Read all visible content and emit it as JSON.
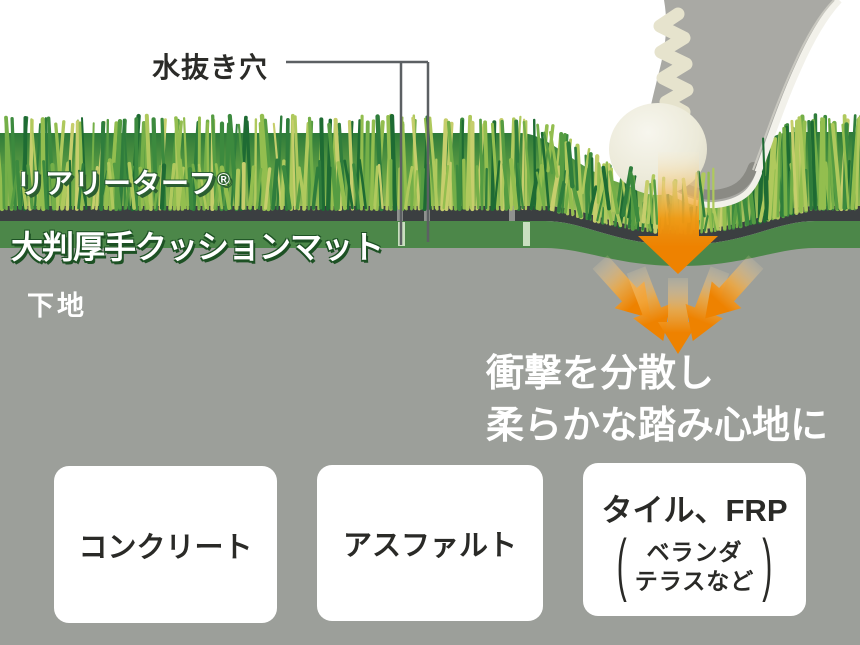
{
  "labels": {
    "drain_hole": "水抜き穴",
    "turf": "リアリーターフ",
    "turf_reg_mark": "®",
    "cushion_mat": "大判厚手クッションマット",
    "base": "下地"
  },
  "impact_caption": {
    "line1": "衝撃を分散し",
    "line2": "柔らかな踏み心地に"
  },
  "base_types": [
    {
      "label": "コンクリート"
    },
    {
      "label": "アスファルト"
    },
    {
      "label": "タイル、FRP",
      "paren_open": "(",
      "paren_close": ")",
      "note_line1": "ベランダ",
      "note_line2": "テラスなど"
    }
  ],
  "colors": {
    "arrow_orange": "#EE8200",
    "mat_green": "#4C8749",
    "mat_hole_light": "#C9DFC0",
    "turf_backing_dark": "#3B3F41",
    "backing_hole_gray": "#8F928F",
    "ground_gray": "#9C9F9A",
    "indicator_line": "#5C6063",
    "box_bg": "#FFFFFF",
    "box_text": "#2A2A27",
    "grass_palette": [
      "#1E6B33",
      "#2F7D3C",
      "#3C8A3E",
      "#559C42",
      "#74AF48",
      "#93BE4F",
      "#AFC95D",
      "#C6CE6C"
    ]
  }
}
